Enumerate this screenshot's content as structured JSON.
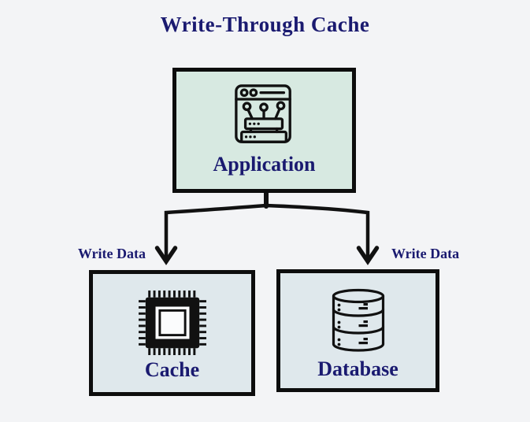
{
  "title": "Write-Through Cache",
  "colors": {
    "page_bg": "#f3f4f6",
    "application_fill": "#d7e9e1",
    "store_fill": "#dfe8ec",
    "border_color": "#0d0d0d",
    "text_navy": "#1a1a70",
    "ink": "#111111"
  },
  "nodes": {
    "application": {
      "label": "Application",
      "icon": "application-window-icon"
    },
    "cache": {
      "label": "Cache",
      "icon": "cpu-chip-icon"
    },
    "database": {
      "label": "Database",
      "icon": "database-cylinder-icon"
    }
  },
  "edges": {
    "app_to_cache": {
      "label": "Write Data"
    },
    "app_to_database": {
      "label": "Write Data"
    }
  }
}
